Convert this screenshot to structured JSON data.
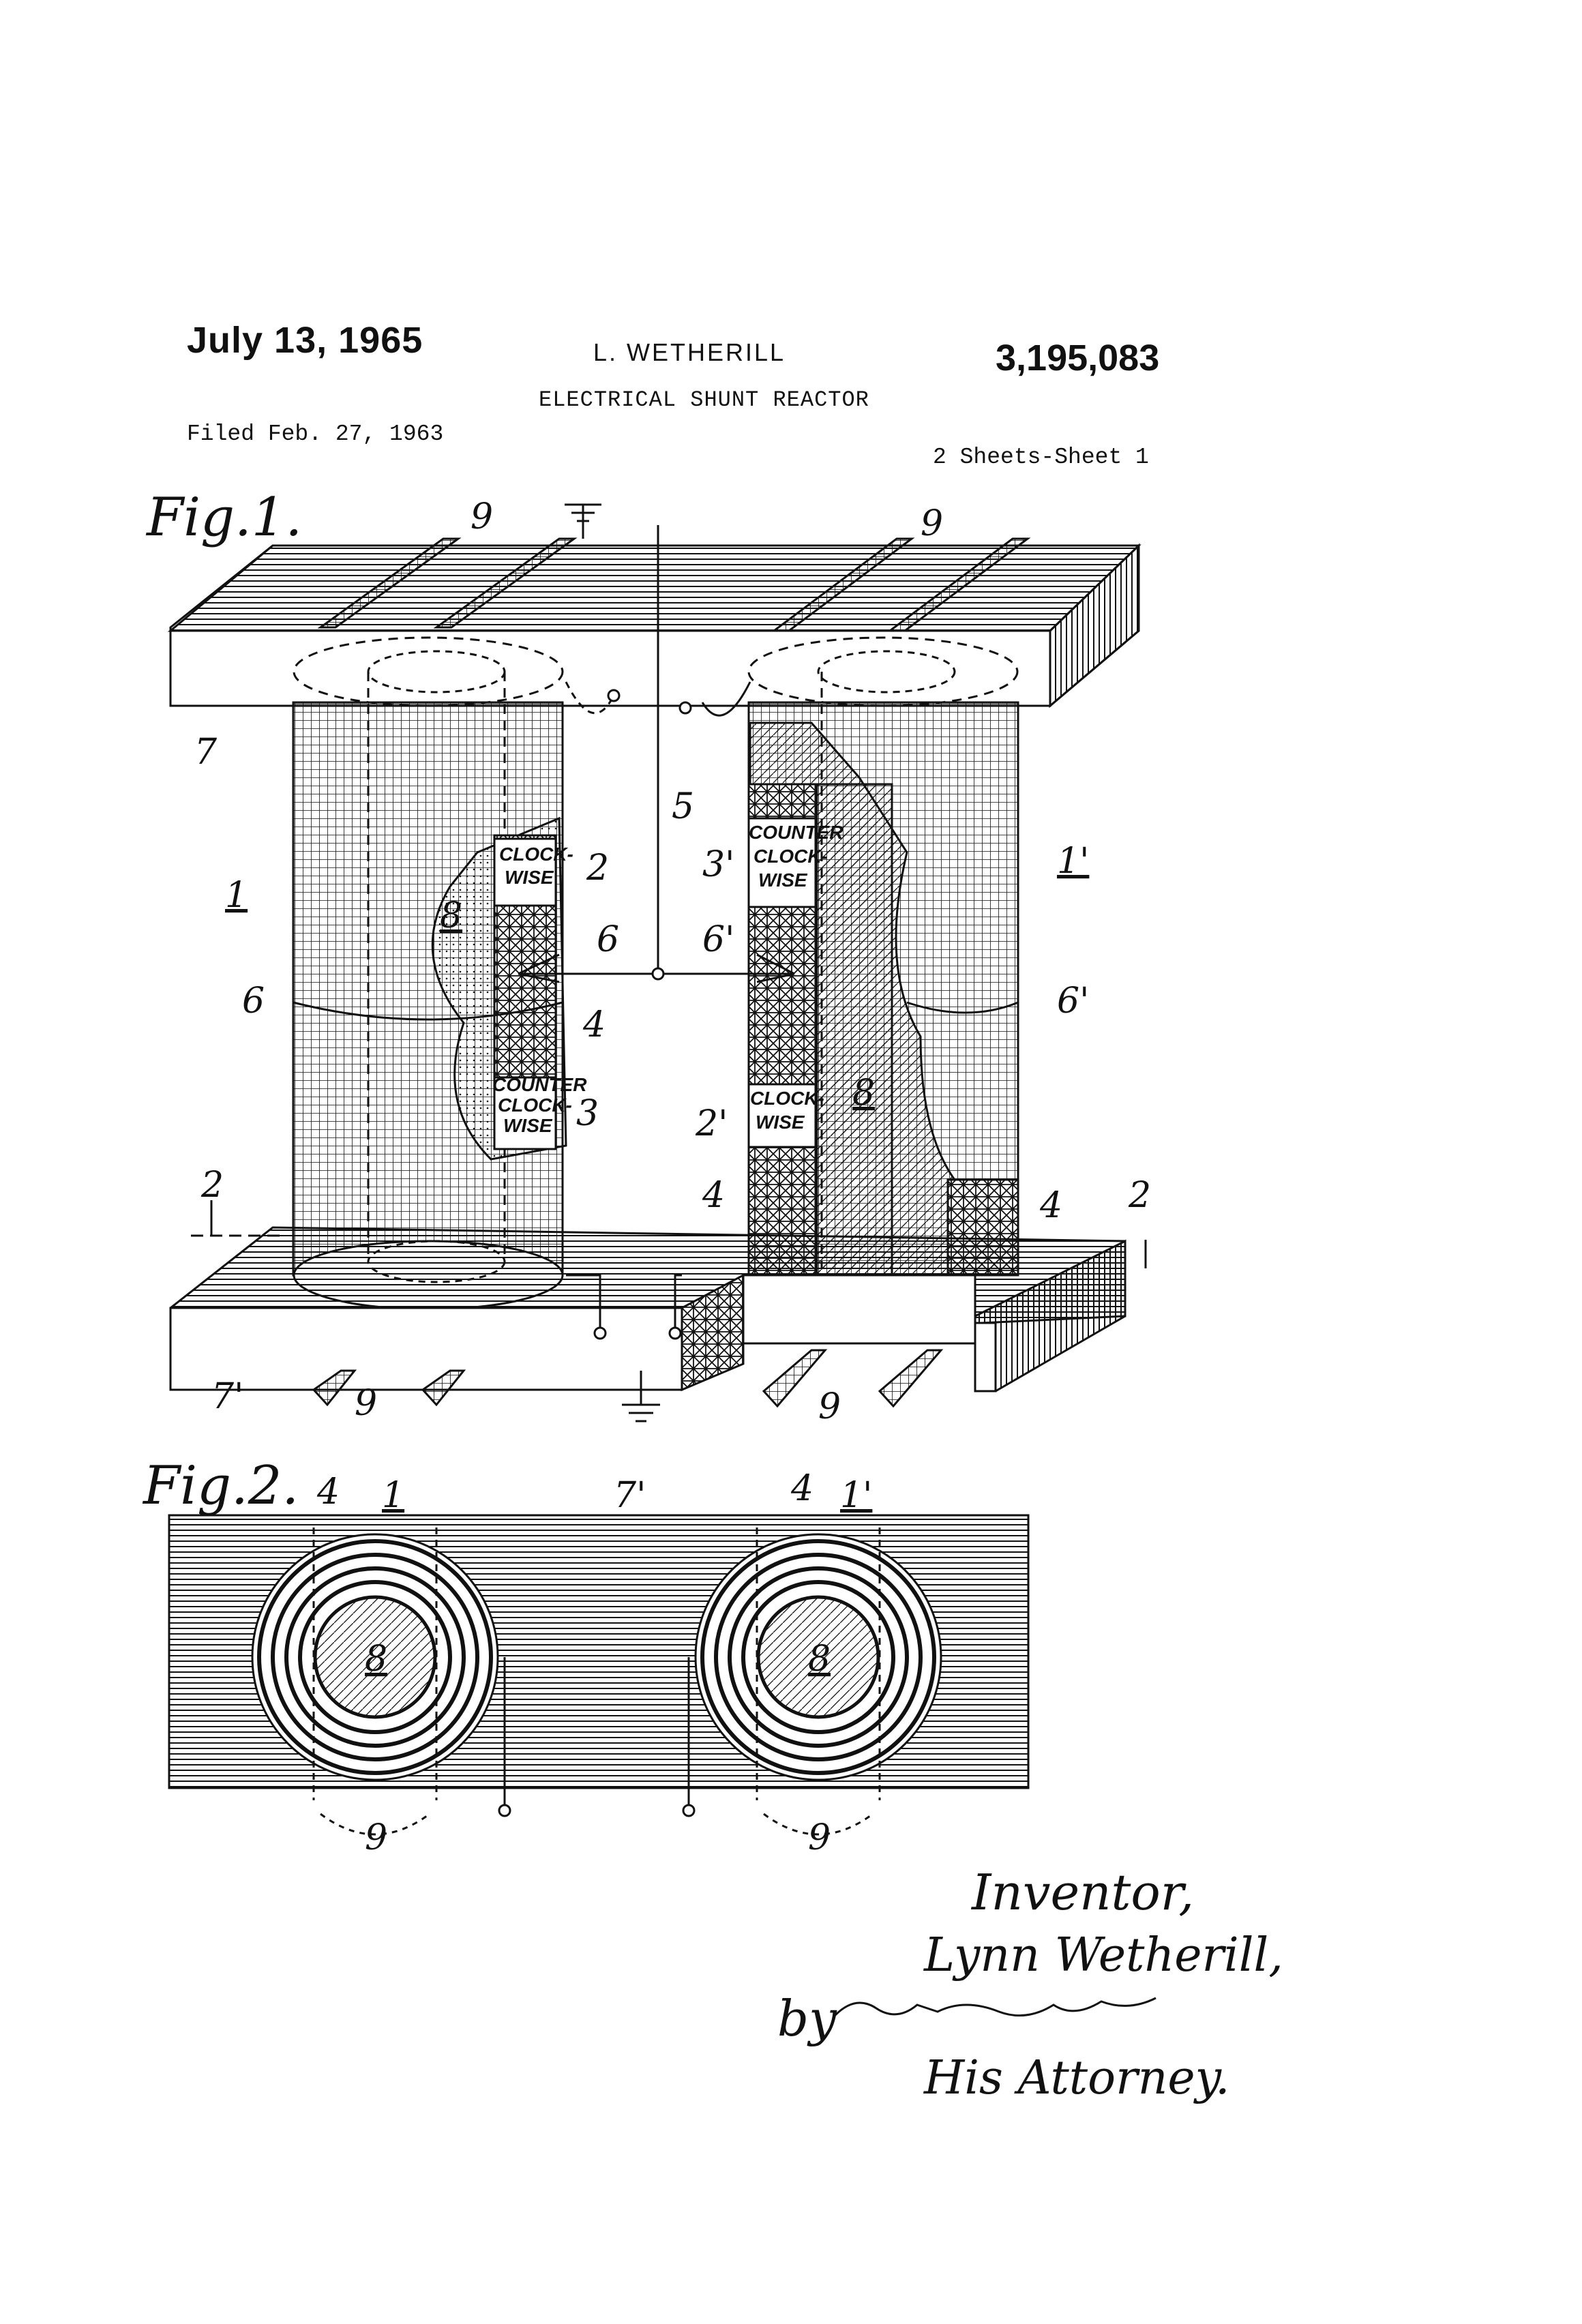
{
  "header": {
    "date": "July 13, 1965",
    "inventor_short": "L. WETHERILL",
    "patent_number": "3,195,083",
    "title": "ELECTRICAL SHUNT REACTOR",
    "filed": "Filed Feb. 27, 1963",
    "sheets": "2 Sheets-Sheet 1"
  },
  "fig1": {
    "label": "Fig.1.",
    "refs": {
      "r9a": "9",
      "r9b": "9",
      "r9c": "9",
      "r9d": "9",
      "r7": "7",
      "r7p": "7'",
      "r1": "1",
      "r1p": "1'",
      "r2": "2",
      "r2p": "2'",
      "r3": "3",
      "r3p": "3'",
      "r4a": "4",
      "r4b": "4",
      "r4c": "4",
      "r5": "5",
      "r6a": "6",
      "r6b": "6",
      "r6pa": "6'",
      "r6pb": "6'",
      "r8a": "8",
      "r8b": "8",
      "sec_l": "2",
      "sec_r": "2"
    },
    "coil_labels": {
      "left_top": [
        "CLOCK-",
        "WISE"
      ],
      "left_bottom": [
        "COUNTER",
        "CLOCK-",
        "WISE"
      ],
      "right_top": [
        "COUNTER",
        "CLOCK-",
        "WISE"
      ],
      "right_bottom": [
        "CLOCK-",
        "WISE"
      ]
    }
  },
  "fig2": {
    "label": "Fig.2.",
    "refs": {
      "r4a": "4",
      "r1": "1",
      "r7p": "7'",
      "r4b": "4",
      "r1p": "1'",
      "r8a": "8",
      "r8b": "8",
      "r9a": "9",
      "r9b": "9"
    }
  },
  "signature": {
    "inventor_label": "Inventor,",
    "inventor_name": "Lynn Wetherill,",
    "by": "by",
    "attorney_label": "His Attorney."
  },
  "colors": {
    "ink": "#111111",
    "paper": "#ffffff"
  }
}
